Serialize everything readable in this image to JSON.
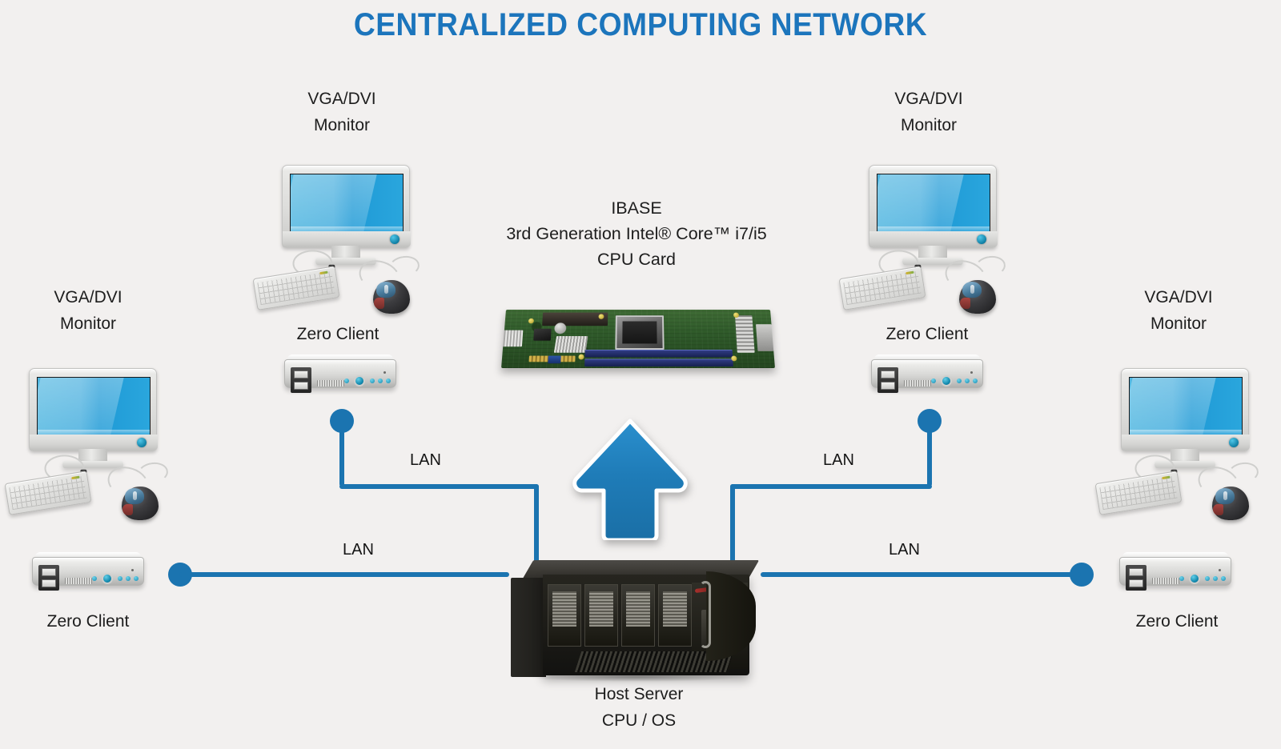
{
  "title": "CENTRALIZED COMPUTING NETWORK",
  "colors": {
    "accent_blue": "#1c75bc",
    "link_blue": "#1b74b0",
    "background": "#f2f0ef",
    "screen_blue": "#2aa6dd"
  },
  "center": {
    "line1": "IBASE",
    "line2": "3rd Generation Intel® Core™ i7/i5",
    "line3": "CPU Card"
  },
  "server": {
    "line1": "Host Server",
    "line2": "CPU / OS"
  },
  "labels": {
    "monitor_line1": "VGA/DVI",
    "monitor_line2": "Monitor",
    "zero_client": "Zero Client",
    "lan": "LAN"
  },
  "nodes": [
    {
      "id": "far-left",
      "monitor_line1": "VGA/DVI",
      "monitor_line2": "Monitor",
      "zero_client": "Zero Client",
      "lan": "LAN",
      "label_position": "below"
    },
    {
      "id": "inner-left",
      "monitor_line1": "VGA/DVI",
      "monitor_line2": "Monitor",
      "zero_client": "Zero Client",
      "lan": "LAN",
      "label_position": "above"
    },
    {
      "id": "inner-right",
      "monitor_line1": "VGA/DVI",
      "monitor_line2": "Monitor",
      "zero_client": "Zero Client",
      "lan": "LAN",
      "label_position": "above"
    },
    {
      "id": "far-right",
      "monitor_line1": "VGA/DVI",
      "monitor_line2": "Monitor",
      "zero_client": "Zero Client",
      "lan": "LAN",
      "label_position": "below"
    }
  ]
}
